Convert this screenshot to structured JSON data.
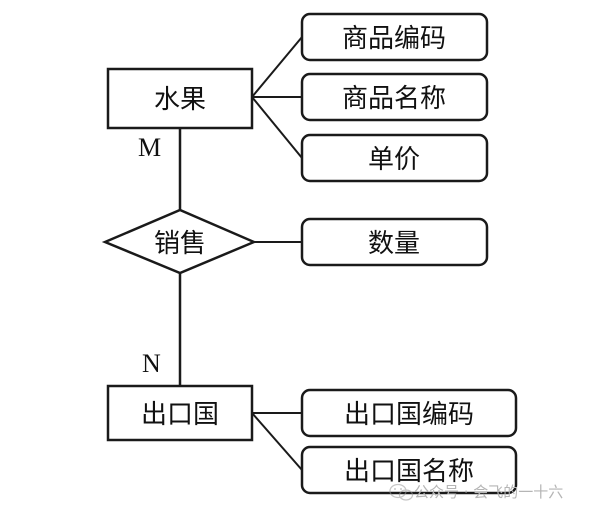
{
  "entities": {
    "fruit": {
      "label": "水果"
    },
    "country": {
      "label": "出口国"
    }
  },
  "relationship": {
    "label": "销售"
  },
  "cardinality": {
    "top": "M",
    "bottom": "N"
  },
  "fruit_attributes": [
    "商品编码",
    "商品名称",
    "单价"
  ],
  "relationship_attributes": [
    "数量"
  ],
  "country_attributes": [
    "出口国编码",
    "出口国名称"
  ],
  "watermark": {
    "text": "公众号 · 会飞的一十六",
    "icon": "wechat-icon"
  },
  "colors": {
    "stroke": "#1a1a1a",
    "fill": "#ffffff",
    "watermark": "#b5b5b5"
  }
}
